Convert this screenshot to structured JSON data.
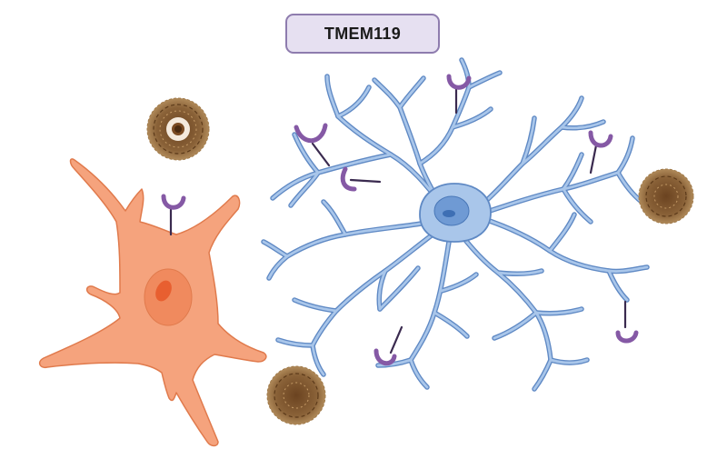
{
  "diagram": {
    "title": "TMEM119",
    "colors": {
      "title_box_fill": "#e6e0f1",
      "title_box_border": "#8e7cae",
      "microglia_fill": "#a9c6ea",
      "microglia_outline": "#5f89c4",
      "microglia_nucleus": "#6f9ad4",
      "other_cell_fill": "#f5a37d",
      "other_cell_outline": "#e07a4c",
      "other_cell_nucleus": "#ee7a52",
      "receptor": "#8559a5",
      "receptor_stalk": "#3a2a4f",
      "plaque": "#8a6238"
    },
    "icons": [
      "receptor-icon",
      "amyloid-plaque-icon",
      "microglia-cell",
      "non-microglial-cell"
    ]
  }
}
